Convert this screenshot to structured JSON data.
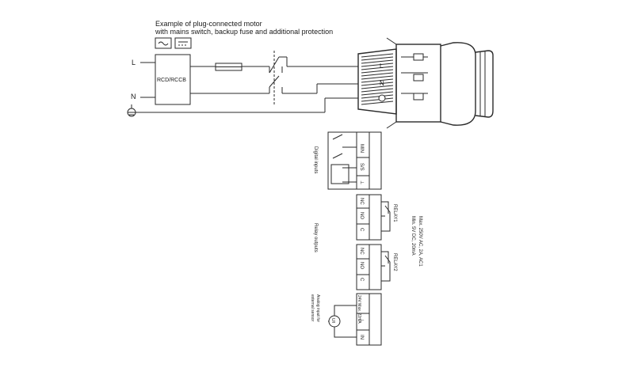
{
  "caption": {
    "line1": "Example of plug-connected motor",
    "line2": "with mains switch, backup fuse and additional protection"
  },
  "mains": {
    "l_label": "L",
    "n_label": "N",
    "rcd_label": "RCD/RCCB",
    "plug_l": "L",
    "plug_n": "N",
    "earth_icon": "ground-icon"
  },
  "terminals": {
    "digital_inputs_label": "Digital inputs",
    "digital": [
      "MIN",
      "S/S",
      "⊥"
    ],
    "relay_outputs_label": "Relay outputs",
    "relay1_label": "RELAY1",
    "relay1": [
      "NC",
      "NO",
      "C"
    ],
    "relay2_label": "RELAY2",
    "relay2": [
      "NC",
      "NO",
      "C"
    ],
    "relay_rating_1": "Max. 250V AC, 2A, AC1",
    "relay_rating_2": "Min. 5V DC, 20mA",
    "analog_label_1": "Analog input for",
    "analog_label_2": "external sensor",
    "analog": [
      "24V Max. 22mA",
      "⊥",
      "IN"
    ],
    "analog_source": "U/I"
  }
}
